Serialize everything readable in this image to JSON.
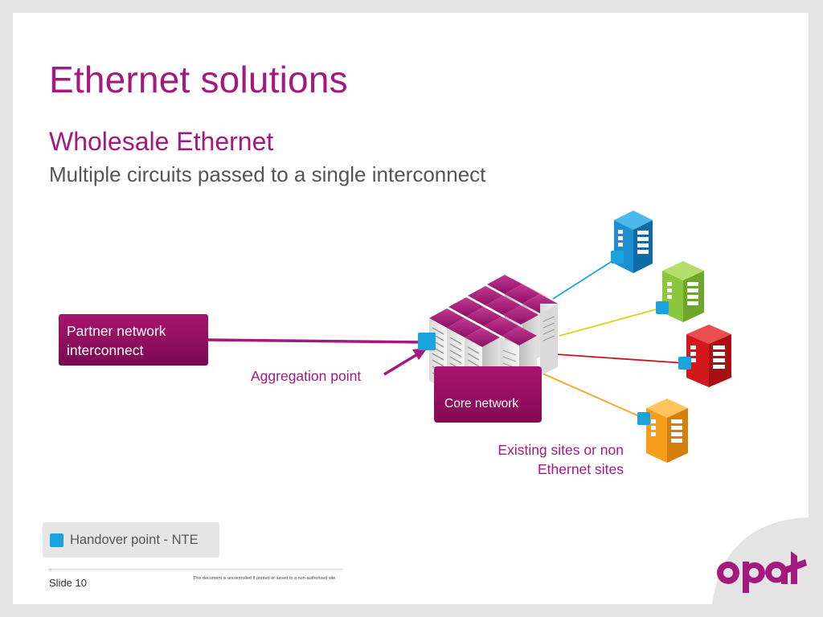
{
  "slide": {
    "title": "Ethernet solutions",
    "subtitle": "Wholesale Ethernet",
    "description": "Multiple circuits passed to a single interconnect"
  },
  "diagram": {
    "partner_box": {
      "line1": "Partner network",
      "line2": "interconnect"
    },
    "core_network_label": "Core network",
    "aggregation_label": "Aggregation point",
    "sites_label": {
      "line1": "Existing sites or non",
      "line2": "Ethernet sites"
    },
    "sites": [
      {
        "name": "building-blue-icon",
        "color": "#1b8fd2"
      },
      {
        "name": "building-green-icon",
        "color": "#8cc63f"
      },
      {
        "name": "building-red-icon",
        "color": "#d3171c"
      },
      {
        "name": "building-orange-icon",
        "color": "#f59e1c"
      }
    ],
    "link_colors": [
      "#1aa4df",
      "#d9d21a",
      "#c8141b",
      "#f0a820"
    ],
    "server_color": "#a3197f",
    "handover_color": "#1aa4df"
  },
  "legend": {
    "text": "Handover point - NTE"
  },
  "footer": {
    "slide_number": "Slide 10",
    "disclaimer": "This document is uncontrolled if printed or saved to a non-authorised site"
  },
  "brand": {
    "logo_text": "opal",
    "accent": "#a3197f"
  }
}
